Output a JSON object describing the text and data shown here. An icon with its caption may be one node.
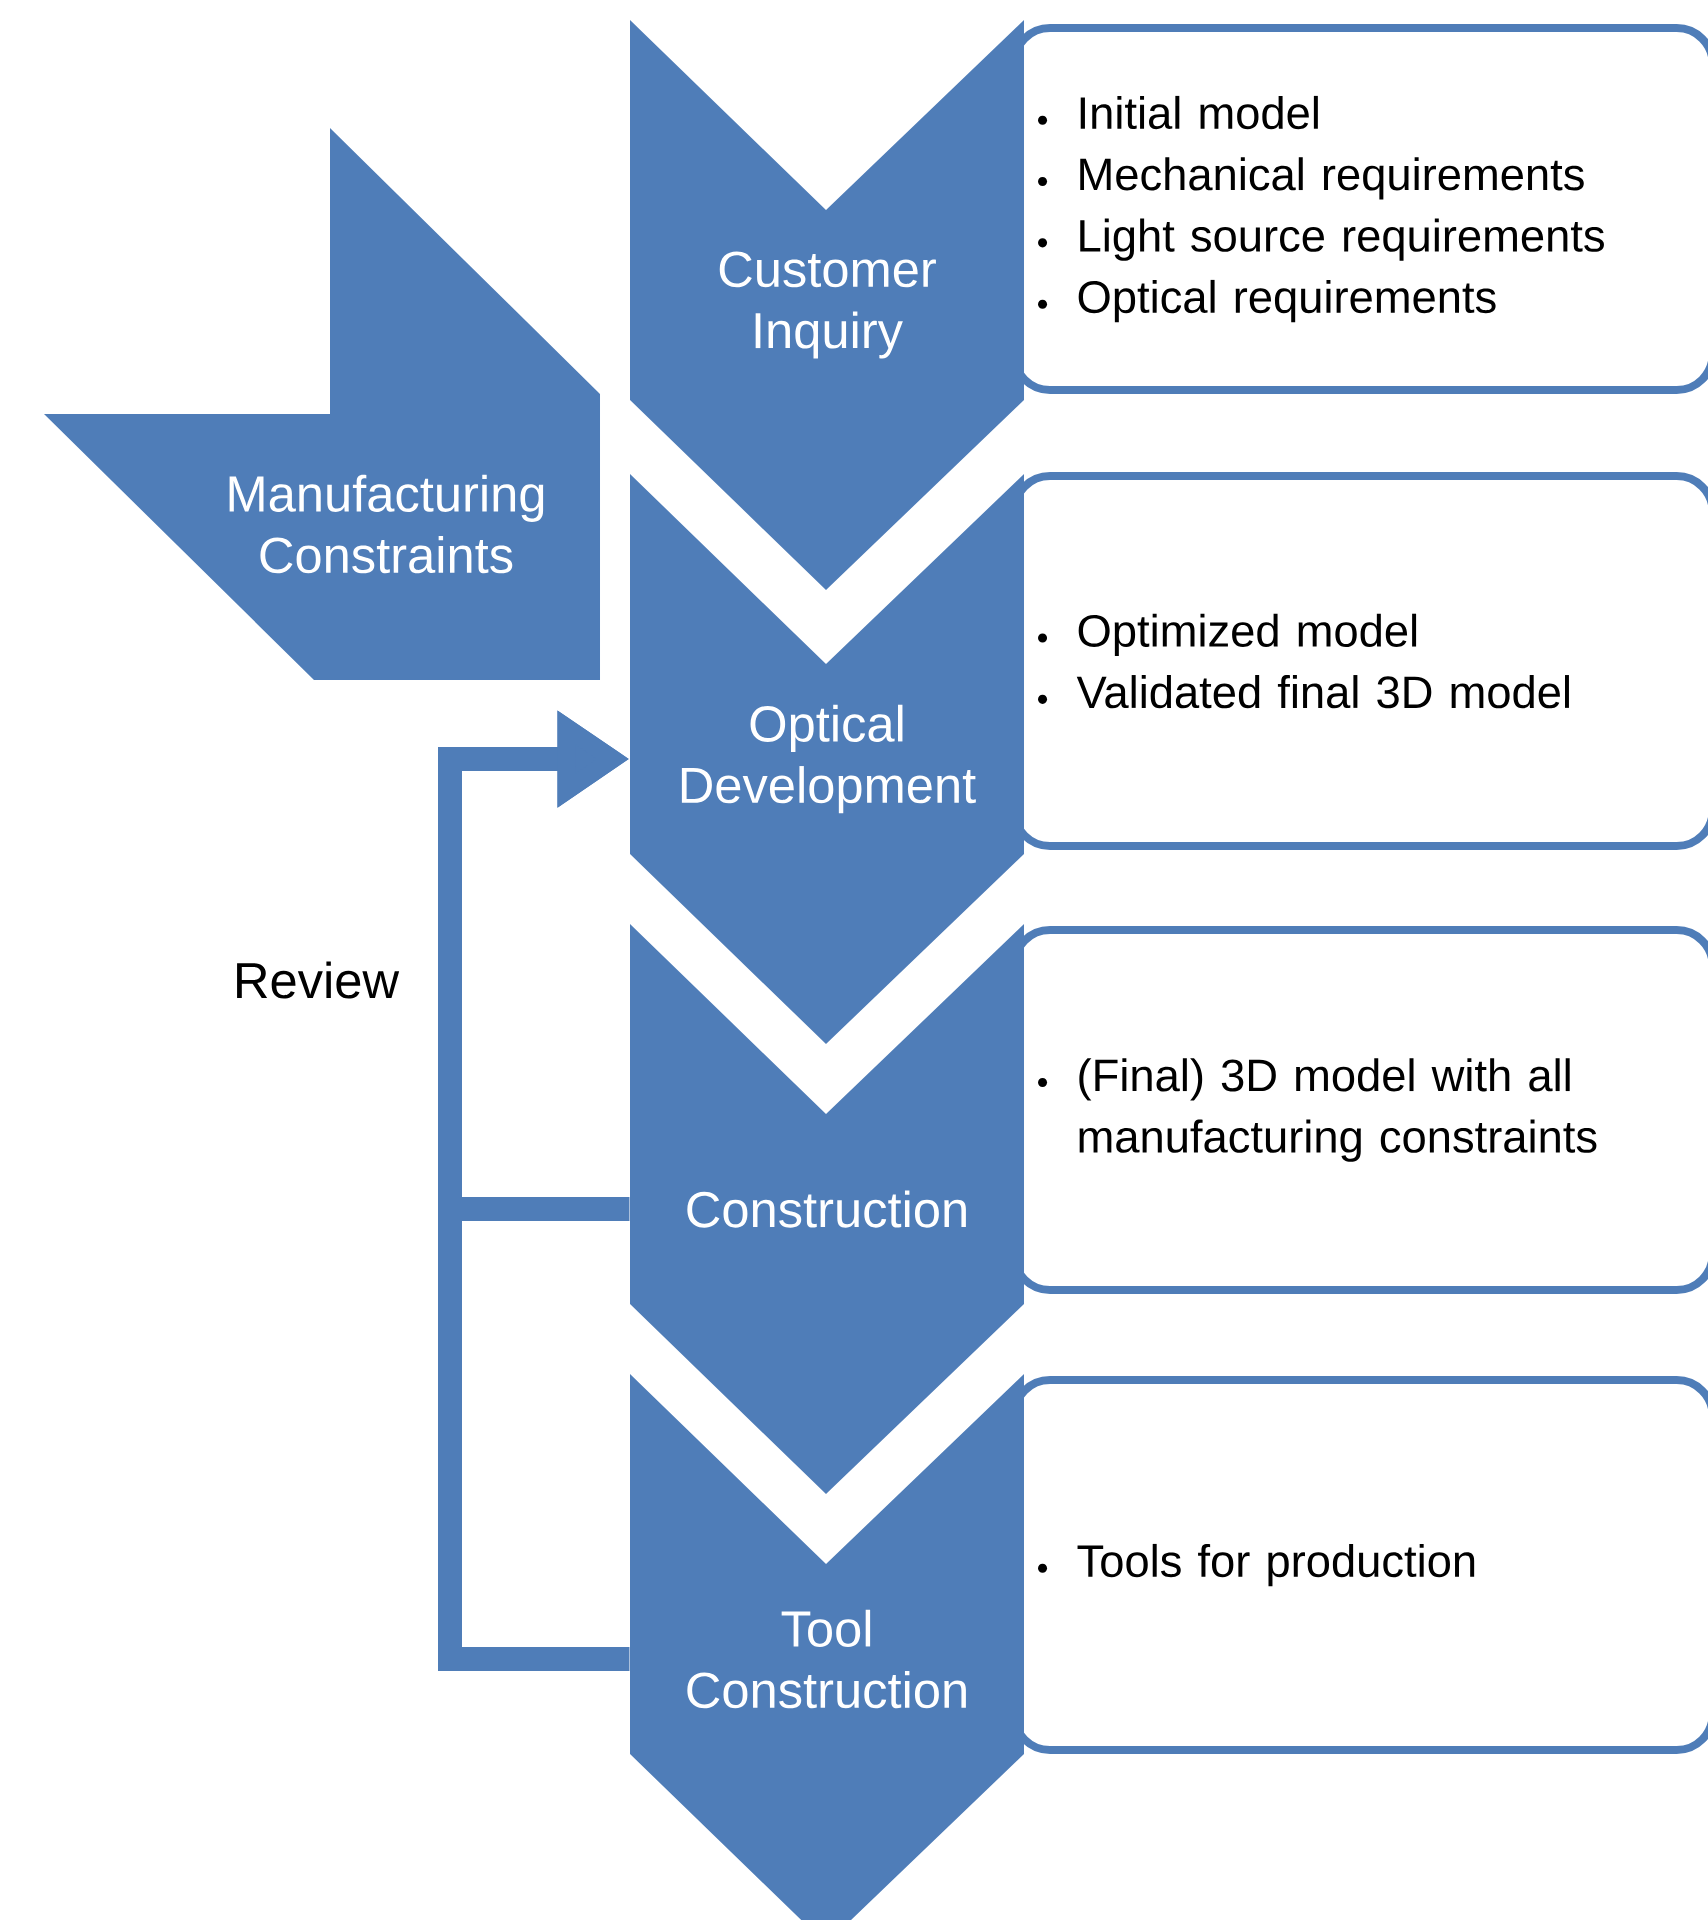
{
  "diagram": {
    "nodes": [
      {
        "text": [
          "Customer Inquiry"
        ]
      },
      {
        "text": [
          "Initial model",
          "Mechanical requirements",
          "Light source requirements",
          "Optical requirements"
        ]
      },
      {
        "text": [
          "Manufacturing Constraints"
        ]
      },
      {
        "text": [
          "Optical Development"
        ]
      },
      {
        "text": [
          "Optimized model",
          "Validated final 3D model"
        ]
      },
      {
        "text": [
          "Construction"
        ]
      },
      {
        "text": [
          "(Final) 3D model with all manufacturing constraints"
        ]
      },
      {
        "text": [
          "Tool Construction"
        ]
      },
      {
        "text": [
          "Tools for production"
        ]
      }
    ],
    "edges": [
      {
        "from": 5,
        "to": 3,
        "arrow": "to"
      },
      {
        "from": 7,
        "to": 3,
        "arrow": "to"
      }
    ],
    "labels": [
      "Review"
    ]
  }
}
